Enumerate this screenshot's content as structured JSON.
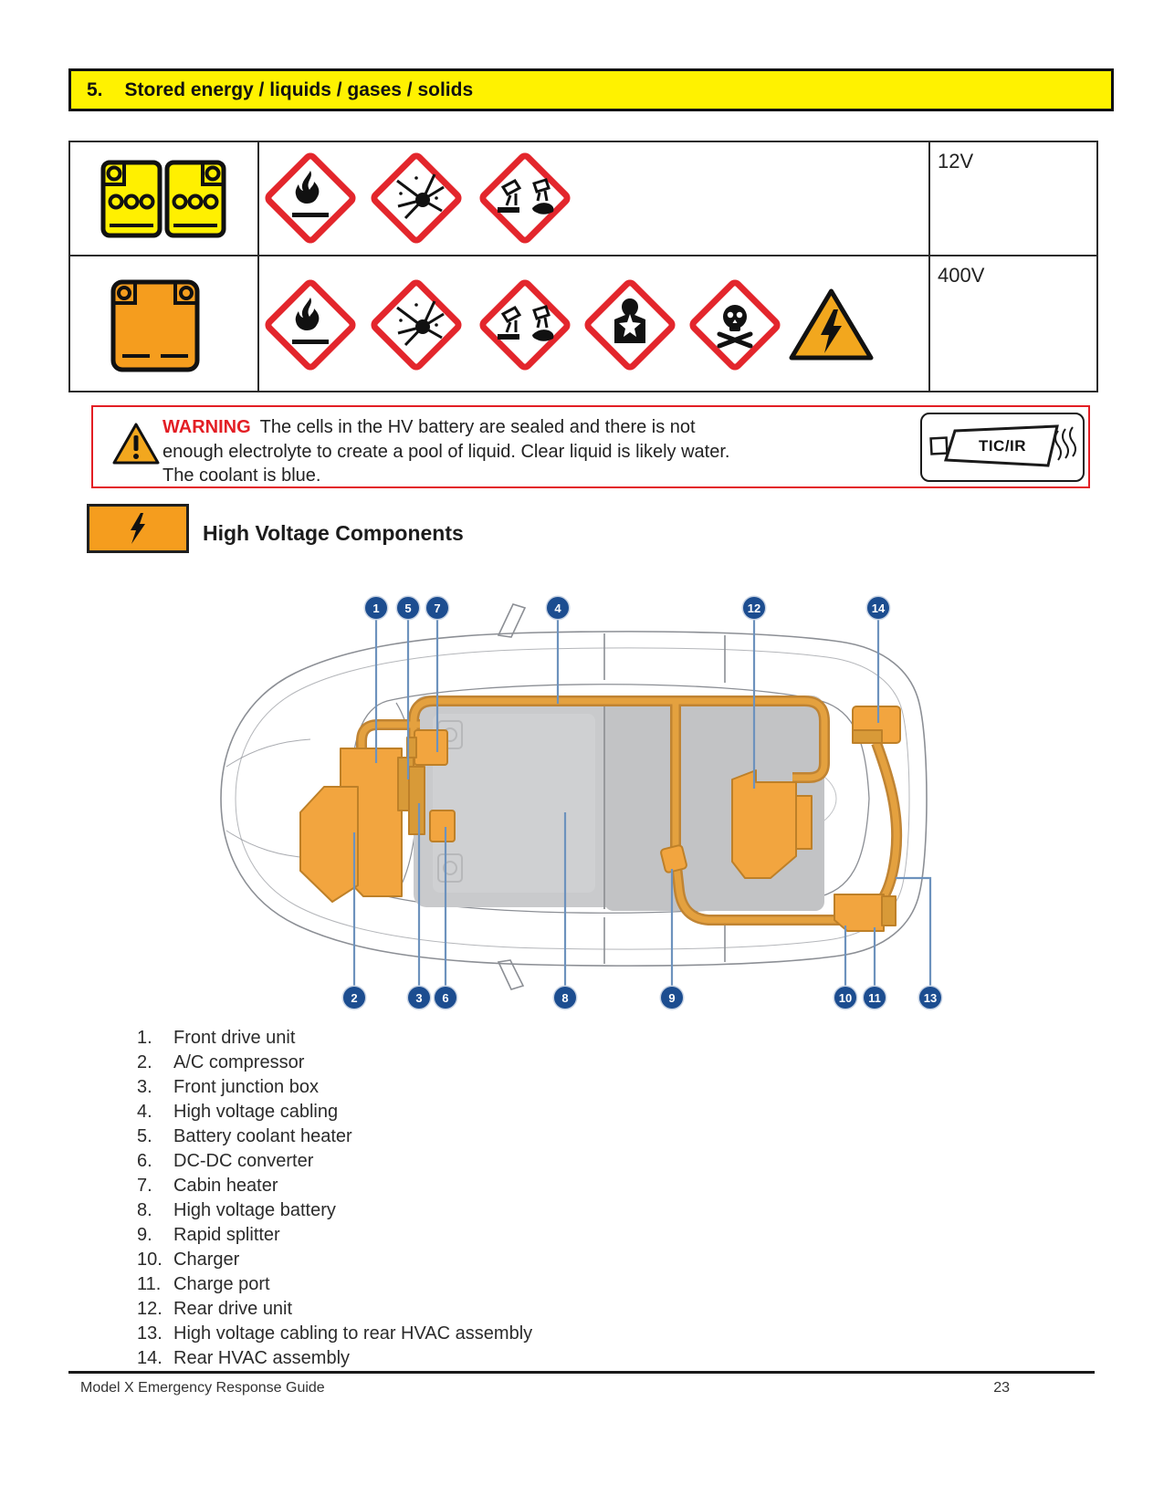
{
  "header": {
    "section_number": "5.",
    "section_title": "Stored energy / liquids / gases / solids"
  },
  "hazard_table": {
    "rows": [
      {
        "battery_icon": "12v-lead-acid-battery-icon",
        "voltage": "12V",
        "pictograms": [
          "flammable",
          "explosive",
          "corrosive"
        ]
      },
      {
        "battery_icon": "hv-battery-icon",
        "voltage": "400V",
        "pictograms": [
          "flammable",
          "explosive",
          "corrosive",
          "health-hazard",
          "toxic",
          "high-voltage"
        ]
      }
    ]
  },
  "warning": {
    "label": "WARNING",
    "line1": "The cells in the HV battery are sealed and there is not",
    "line2": "enough electrolyte to create a pool of liquid. Clear liquid is likely water.",
    "line3": "The coolant is blue.",
    "badge_label": "TIC/IR"
  },
  "hv_section": {
    "heading": "High Voltage Components"
  },
  "components": {
    "items": [
      {
        "num": "1.",
        "label": "Front drive unit"
      },
      {
        "num": "2.",
        "label": "A/C compressor"
      },
      {
        "num": "3.",
        "label": "Front junction box"
      },
      {
        "num": "4.",
        "label": "High voltage cabling"
      },
      {
        "num": "5.",
        "label": "Battery coolant heater"
      },
      {
        "num": "6.",
        "label": "DC-DC converter"
      },
      {
        "num": "7.",
        "label": "Cabin heater"
      },
      {
        "num": "8.",
        "label": "High voltage battery"
      },
      {
        "num": "9.",
        "label": "Rapid splitter"
      },
      {
        "num": "10.",
        "label": "Charger"
      },
      {
        "num": "11.",
        "label": "Charge port"
      },
      {
        "num": "12.",
        "label": "Rear drive unit"
      },
      {
        "num": "13.",
        "label": "High voltage cabling to rear HVAC assembly"
      },
      {
        "num": "14.",
        "label": "Rear HVAC assembly"
      }
    ]
  },
  "diagram": {
    "callout_order": [
      "1",
      "5",
      "7",
      "4",
      "12",
      "14",
      "2",
      "3",
      "6",
      "8",
      "9",
      "10",
      "11",
      "13"
    ]
  },
  "footer": {
    "left": "Model X Emergency Response Guide",
    "page": "23"
  },
  "colors": {
    "header_yellow": "#FFF200",
    "hazard_red": "#E3262C",
    "component_orange": "#F2A53F",
    "callout_blue": "#1C4D90",
    "warning_red": "#E31E24",
    "hv_triangle_amber": "#F2A71E"
  }
}
